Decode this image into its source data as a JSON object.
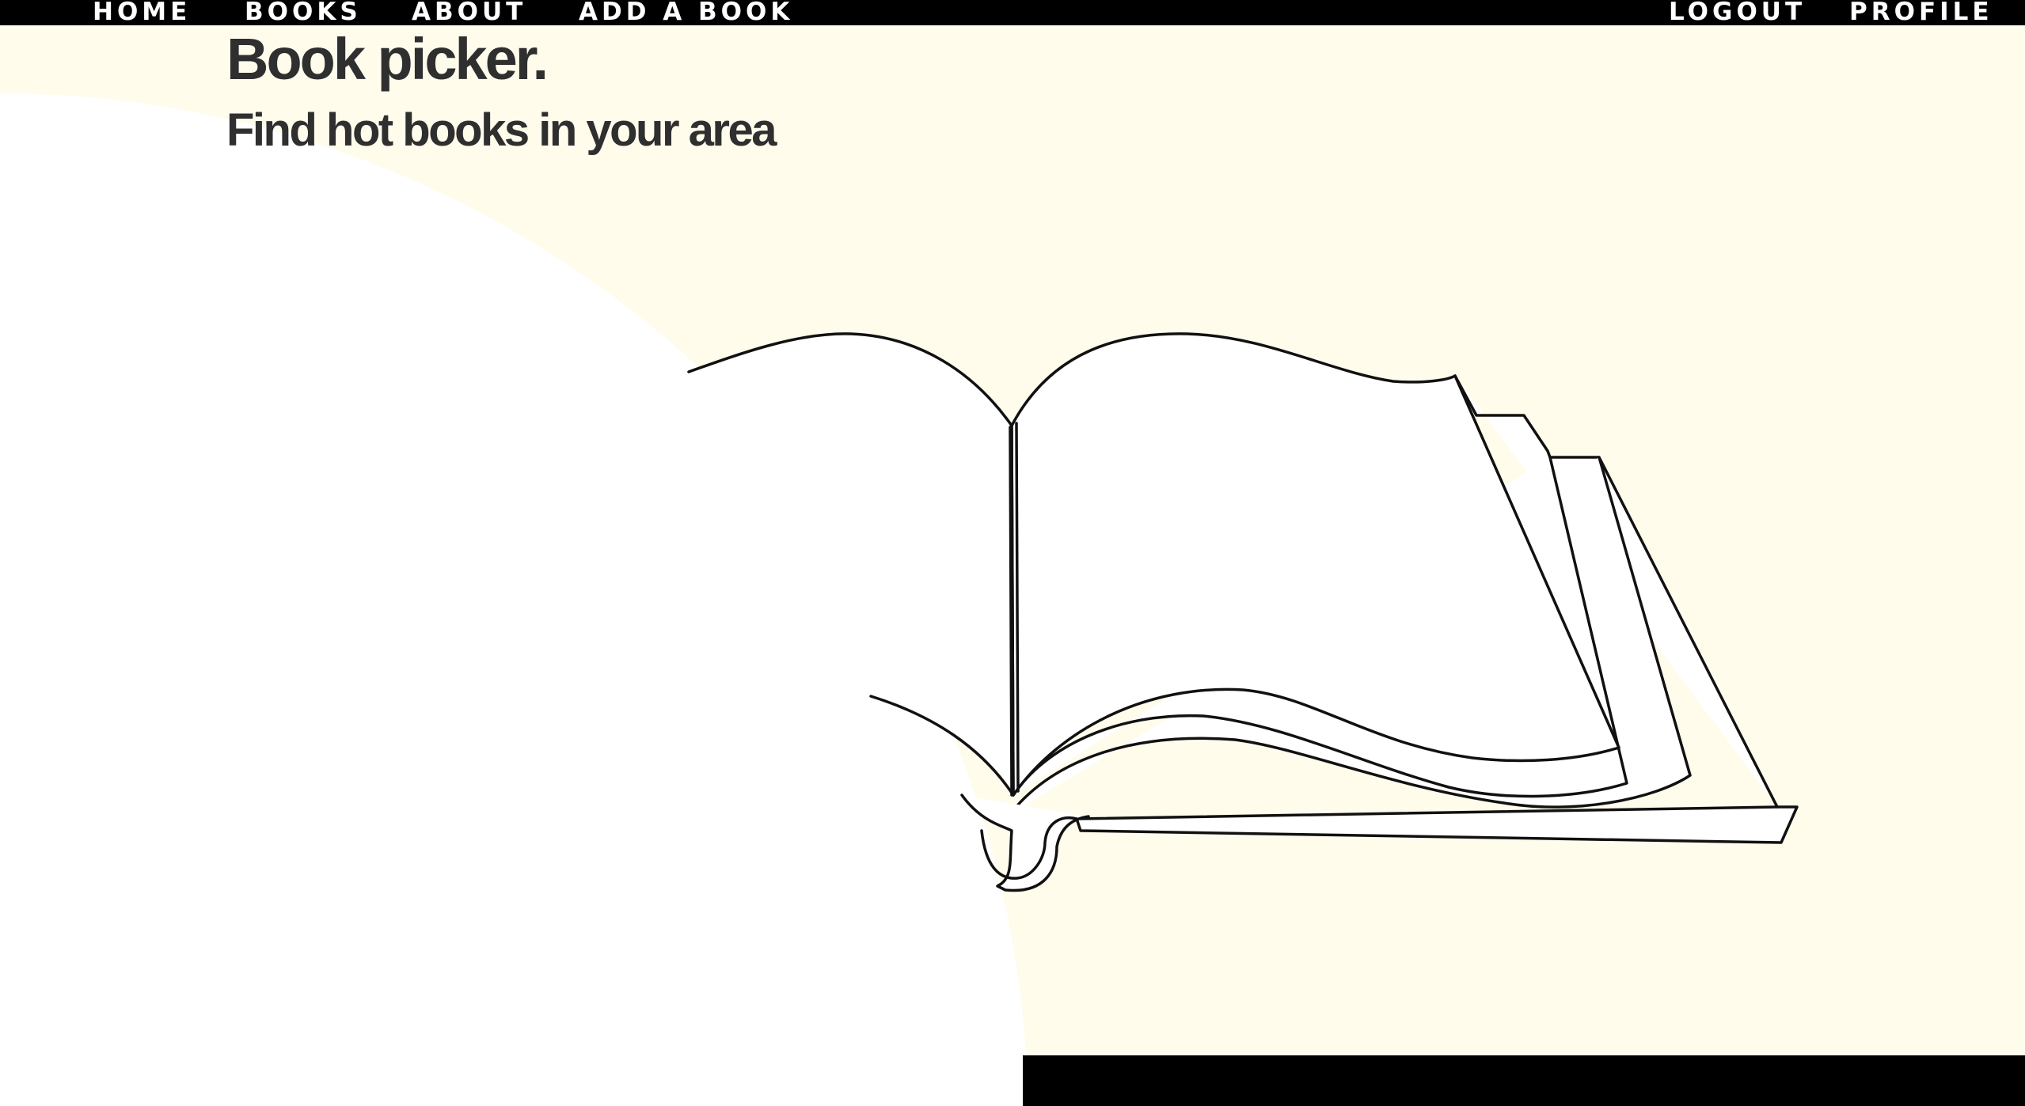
{
  "nav": {
    "left": [
      "HOME",
      "BOOKS",
      "ABOUT",
      "ADD A BOOK"
    ],
    "right": [
      "LOGOUT",
      "PROFILE"
    ]
  },
  "hero": {
    "title": "Book picker.",
    "subtitle": "Find hot books in your area"
  },
  "illustration": "open-book-line-art",
  "colors": {
    "background": "#fffcec",
    "navbar": "#000000",
    "nav_text": "#ffffff",
    "heading_text": "#2f2f2f",
    "blob": "#ffffff"
  }
}
